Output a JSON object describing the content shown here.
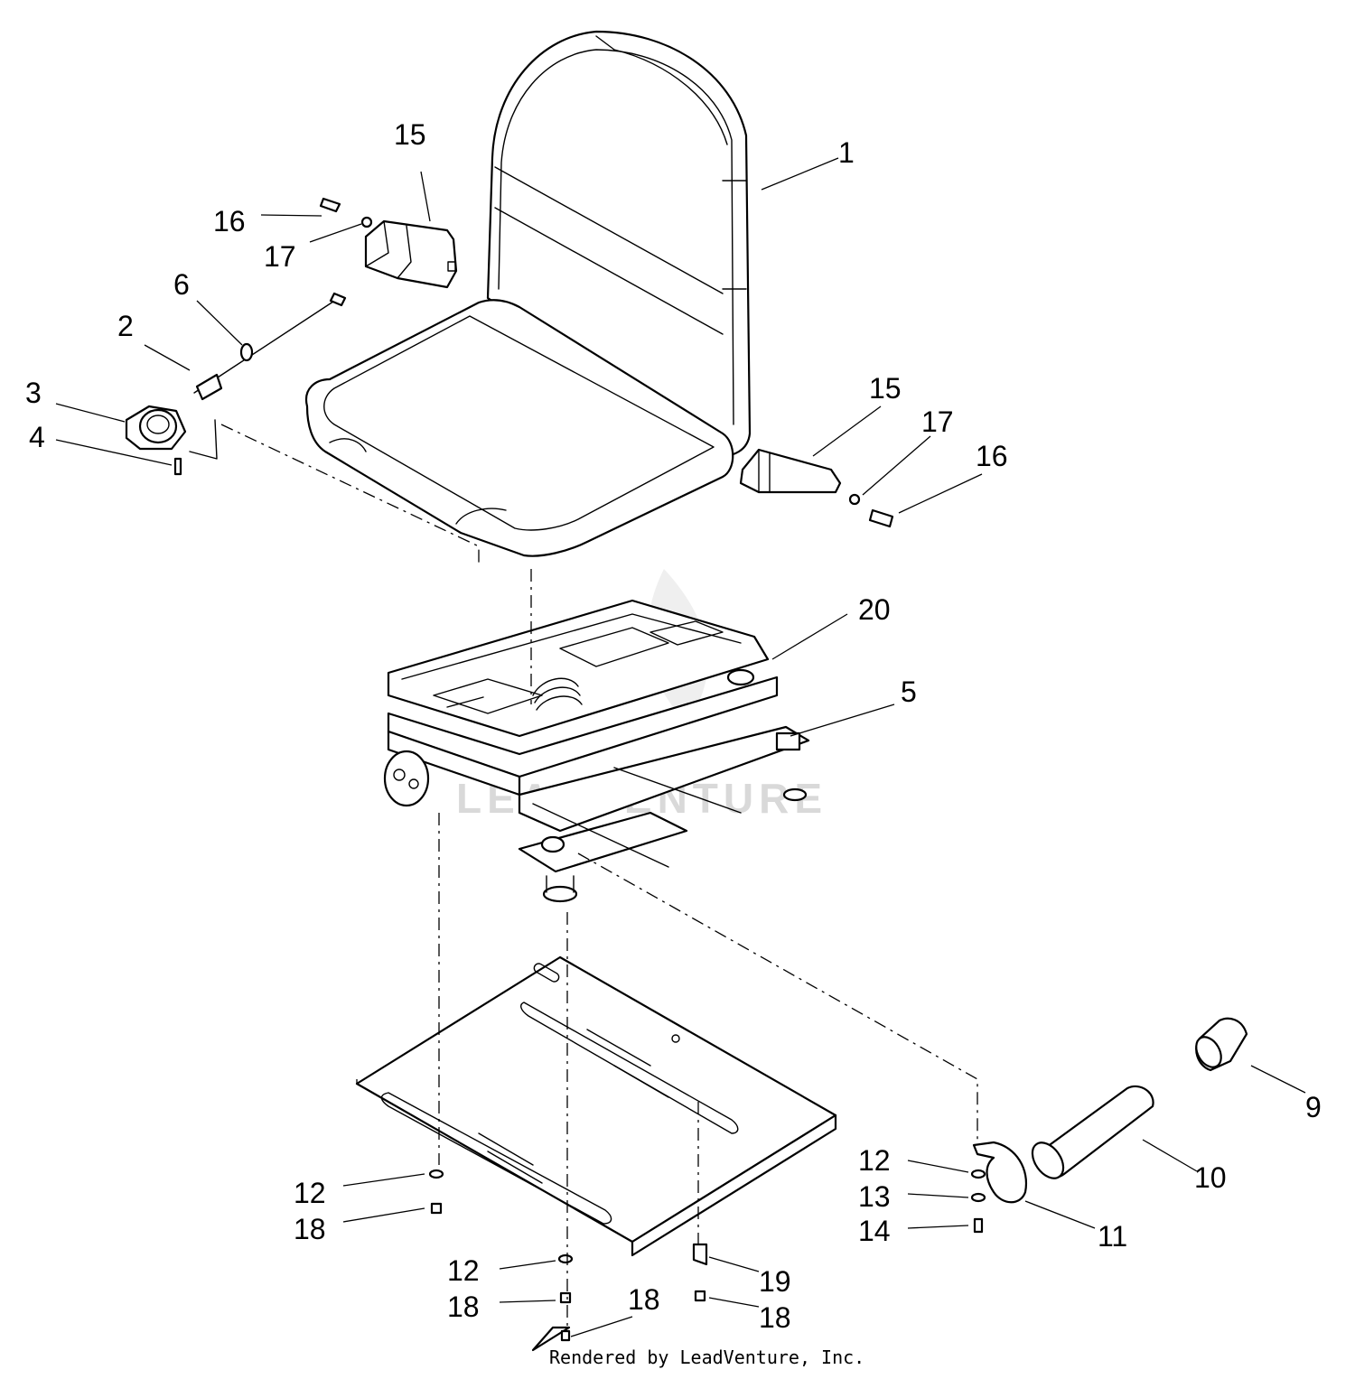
{
  "diagram": {
    "watermark": "LEADVENTURE",
    "credit": "Rendered by LeadVenture, Inc.",
    "callouts": [
      {
        "id": "c1",
        "label": "1"
      },
      {
        "id": "c15a",
        "label": "15"
      },
      {
        "id": "c16a",
        "label": "16"
      },
      {
        "id": "c17a",
        "label": "17"
      },
      {
        "id": "c6",
        "label": "6"
      },
      {
        "id": "c2",
        "label": "2"
      },
      {
        "id": "c3",
        "label": "3"
      },
      {
        "id": "c4",
        "label": "4"
      },
      {
        "id": "c15b",
        "label": "15"
      },
      {
        "id": "c17b",
        "label": "17"
      },
      {
        "id": "c16b",
        "label": "16"
      },
      {
        "id": "c20",
        "label": "20"
      },
      {
        "id": "c5",
        "label": "5"
      },
      {
        "id": "c9",
        "label": "9"
      },
      {
        "id": "c10",
        "label": "10"
      },
      {
        "id": "c12a",
        "label": "12"
      },
      {
        "id": "c13",
        "label": "13"
      },
      {
        "id": "c14",
        "label": "14"
      },
      {
        "id": "c11",
        "label": "11"
      },
      {
        "id": "c12b",
        "label": "12"
      },
      {
        "id": "c18a",
        "label": "18"
      },
      {
        "id": "c12c",
        "label": "12"
      },
      {
        "id": "c18b",
        "label": "18"
      },
      {
        "id": "c18c",
        "label": "18"
      },
      {
        "id": "c19",
        "label": "19"
      },
      {
        "id": "c18d",
        "label": "18"
      }
    ]
  }
}
